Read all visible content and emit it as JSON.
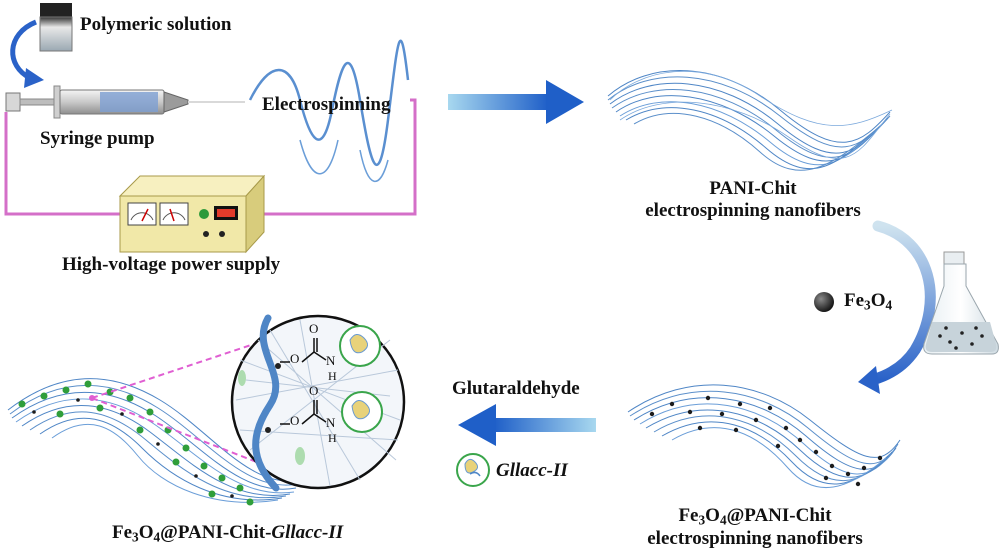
{
  "labels": {
    "polymeric_solution": "Polymeric solution",
    "syringe_pump": "Syringe pump",
    "electrospinning": "Electrospinning",
    "power_supply": "High-voltage power supply",
    "pani_chit_line1": "PANI-Chit",
    "pani_chit_line2": "electrospinning nanofibers",
    "fe3o4": {
      "a": "Fe",
      "b": "3",
      "c": "O",
      "d": "4"
    },
    "glutaraldehyde": "Glutaraldehyde",
    "gllacc": "Gllacc-II",
    "fe3o4_pani": {
      "a": "Fe",
      "b": "3",
      "c": "O",
      "d": "4",
      "e": "@PANI-Chit",
      "line2": "electrospinning nanofibers"
    },
    "final": {
      "a": "Fe",
      "b": "3",
      "c": "O",
      "d": "4",
      "e": "@PANI-Chit-",
      "f": "Gllacc-II"
    },
    "chem": {
      "o": "O",
      "h": "H",
      "n": "N",
      "dash_o": "O"
    }
  },
  "colors": {
    "wire": "#d46fc8",
    "arrow_blue": "#2f6fd0",
    "arrow_light": "#9fd0ea",
    "fiber": "#4f86c6",
    "enzyme_ring": "#3aa54b",
    "particle": "#222222",
    "green_particle": "#2f9e3a",
    "supply_body": "#f1e8a8"
  }
}
